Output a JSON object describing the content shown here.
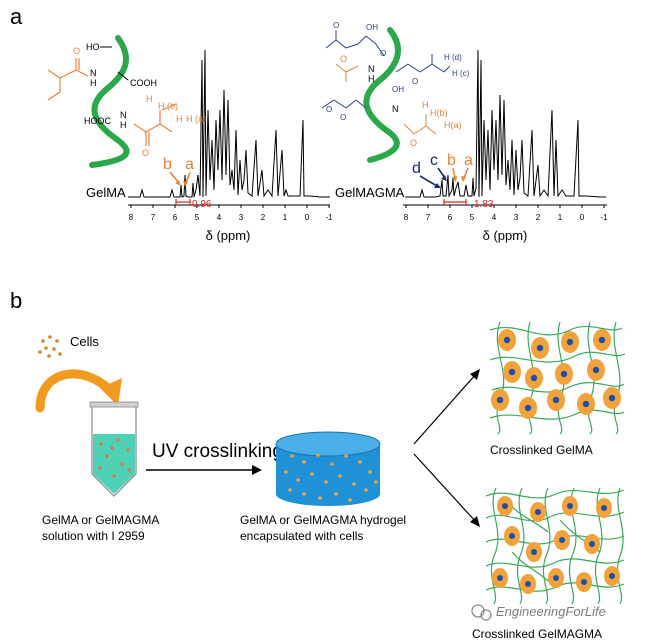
{
  "panel_a": {
    "letter": "a",
    "spectra": [
      {
        "name": "GelMA",
        "peaks": [
          "b",
          "a"
        ],
        "integration": "0.96",
        "xticks": [
          "8",
          "7",
          "6",
          "5",
          "4",
          "3",
          "2",
          "1",
          "0",
          "-1"
        ],
        "xlabel": "δ (ppm)",
        "structure": {
          "left": [
            "HO",
            "N",
            "H",
            "COOH",
            "HOOC",
            "N",
            "H",
            "O",
            "O"
          ],
          "right": [
            "H (b)",
            "H (a)",
            "H",
            "H"
          ]
        }
      },
      {
        "name": "GelMAGMA",
        "peaks": [
          "d",
          "c",
          "b",
          "a"
        ],
        "integration": "1.83",
        "xticks": [
          "8",
          "7",
          "6",
          "5",
          "4",
          "3",
          "2",
          "1",
          "0",
          "-1"
        ],
        "xlabel": "δ (ppm)",
        "structure": {
          "labels": [
            "OH",
            "O",
            "O",
            "H (d)",
            "H (c)",
            "OH",
            "O",
            "N",
            "H",
            "O",
            "O",
            "H",
            "H(b)",
            "H(a)",
            "O",
            "N",
            "O"
          ]
        }
      }
    ]
  },
  "panel_b": {
    "letter": "b",
    "cells_label": "Cells",
    "uv_label": "UV crosslinking",
    "tube_caption": [
      "GelMA or GelMAGMA",
      "solution with I 2959"
    ],
    "hydrogel_caption": [
      "GelMA or GelMAGMA hydrogel",
      "encapsulated with cells"
    ],
    "network_top_label": "Crosslinked GelMA",
    "network_bottom_label": "Crosslinked GelMAGMA"
  },
  "watermark": {
    "text": "EngineeringForLife"
  },
  "colors": {
    "orange": "#e8833a",
    "blue": "#2c3e8a",
    "green_helix": "#2aa84a",
    "red_integ": "#d7261e",
    "teal_solution": "#4fd1b5",
    "hydrogel_blue": "#1e90d6",
    "cell_orange": "#f2a23a",
    "nucleus_blue": "#1e4fa8",
    "network_green": "#3aa85a"
  }
}
